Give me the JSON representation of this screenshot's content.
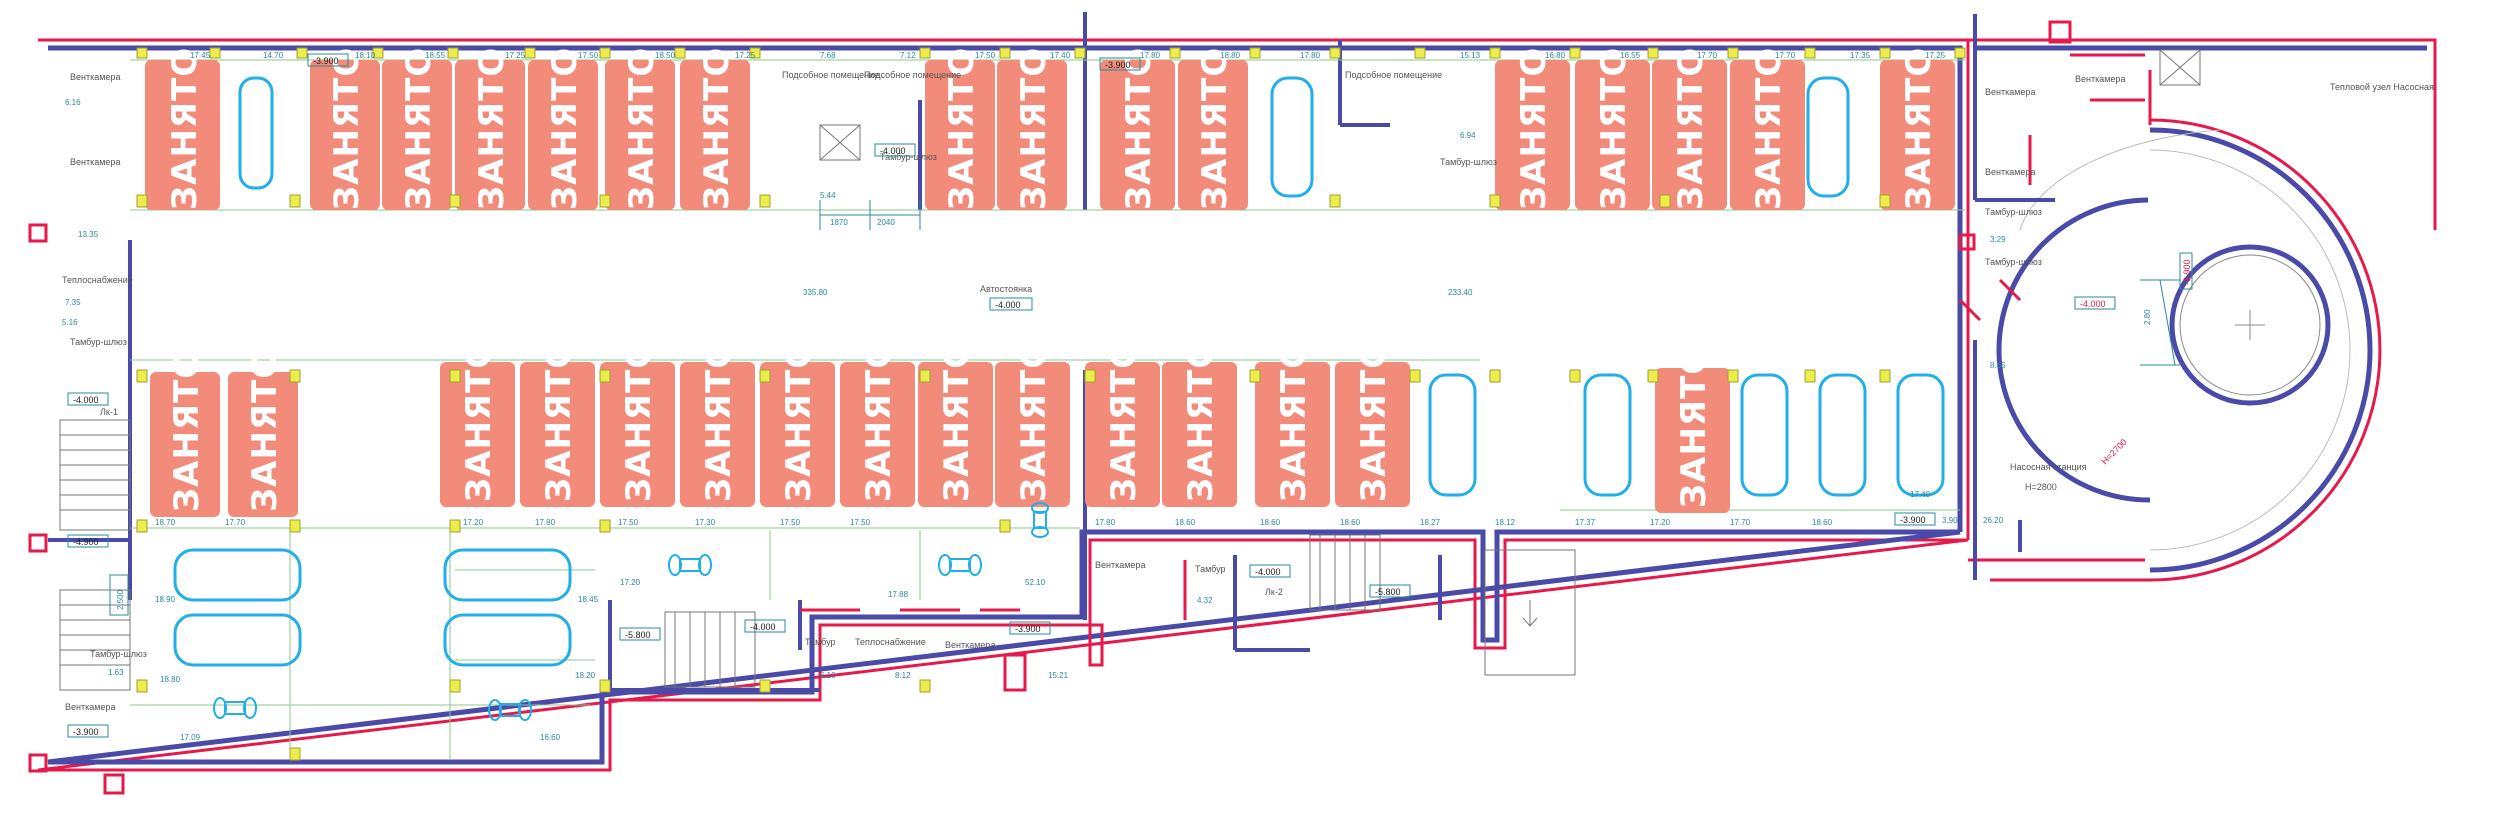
{
  "colors": {
    "wall": "#4a4aa8",
    "outer": "#e6194b",
    "occupied": "#f28b7a",
    "car": "#22aee8",
    "column": "#ecec4a",
    "dimension": "#2a8a9a",
    "light": "#6cc36c"
  },
  "occupied_label": "ЗАНЯТО",
  "room_labels": {
    "vent_nw": "Венткамера",
    "vent_w": "Венткамера",
    "heat_w": "Теплоснабжение",
    "tambur_w": "Тамбур-шлюз",
    "vent_sw": "Венткамера",
    "tambur_sw": "Тамбур-шлюз",
    "dz1": "Лк-1",
    "sub_room_1": "Подсобное помещение",
    "sub_room_2": "Подсобное помещение",
    "tambur_mid": "Тамбур-шлюз",
    "sub_room_3": "Подсобное помещение",
    "tambur_mid2": "Тамбур-шлюз",
    "autostoyanka": "Автостоянка",
    "vent_e1": "Венткамера",
    "vent_e2": "Венткамера",
    "vent_e3": "Венткамера",
    "tambur_e1": "Тамбур-шлюз",
    "tambur_e2": "Тамбур-шлюз",
    "heat_node": "Тепловой узел Насосная",
    "pump_station": "Насосная станция",
    "pump_h": "Н=2800",
    "tambur_s1": "Тамбур",
    "heat_s": "Теплоснабжение",
    "vent_s": "Венткамера",
    "vent_s2": "Венткамера",
    "tambur_s2": "Тамбур",
    "dz2": "Лк-2",
    "ramp_h": "Н=2700"
  },
  "levels": {
    "main": "-4.000",
    "w1": "-4.000",
    "w2": "-4.900",
    "w3": "-3.900",
    "n1": "-3.900",
    "mid1": "-4.000",
    "n2": "-3.900",
    "s1": "-5.800",
    "s2": "-4.000",
    "s3": "-3.900",
    "s4": "-4.000",
    "s5": "-5.800",
    "e1": "-3.900",
    "ramp": "-4.000",
    "ramp2": "-3.900"
  },
  "dimensions": {
    "top_row": [
      "17.45",
      "14.70",
      "18.10",
      "18.55",
      "17.25",
      "17.50",
      "18.50",
      "17.25",
      "7.68",
      "7.12",
      "17.50",
      "17.40",
      "17.80",
      "18.80",
      "17.80",
      "15.13",
      "16.80",
      "16.55",
      "17.70",
      "17.70",
      "17.35",
      "17.25"
    ],
    "mid_row": [
      "18.70",
      "17.70",
      "17.20",
      "17.80",
      "17.50",
      "17.30",
      "17.50",
      "17.50",
      "17.80",
      "18.60",
      "18.60",
      "18.60",
      "18.27",
      "18.12",
      "17.37",
      "17.20",
      "17.70",
      "18.60",
      "17.40"
    ],
    "bottom_row": [
      "17.09",
      "16.60",
      "18.20",
      "6.10",
      "8.12",
      "15.21",
      "17.20",
      "18.45",
      "17.88",
      "52.10"
    ],
    "misc": [
      "6.16",
      "13.35",
      "7.35",
      "5.16",
      "1.63",
      "18.80",
      "18.90",
      "5.44",
      "1870",
      "2040",
      "6.94",
      "3.29",
      "8.65",
      "2.80",
      "4.32",
      "26.20",
      "335.80",
      "233.40",
      "3.90",
      "2.500"
    ]
  }
}
